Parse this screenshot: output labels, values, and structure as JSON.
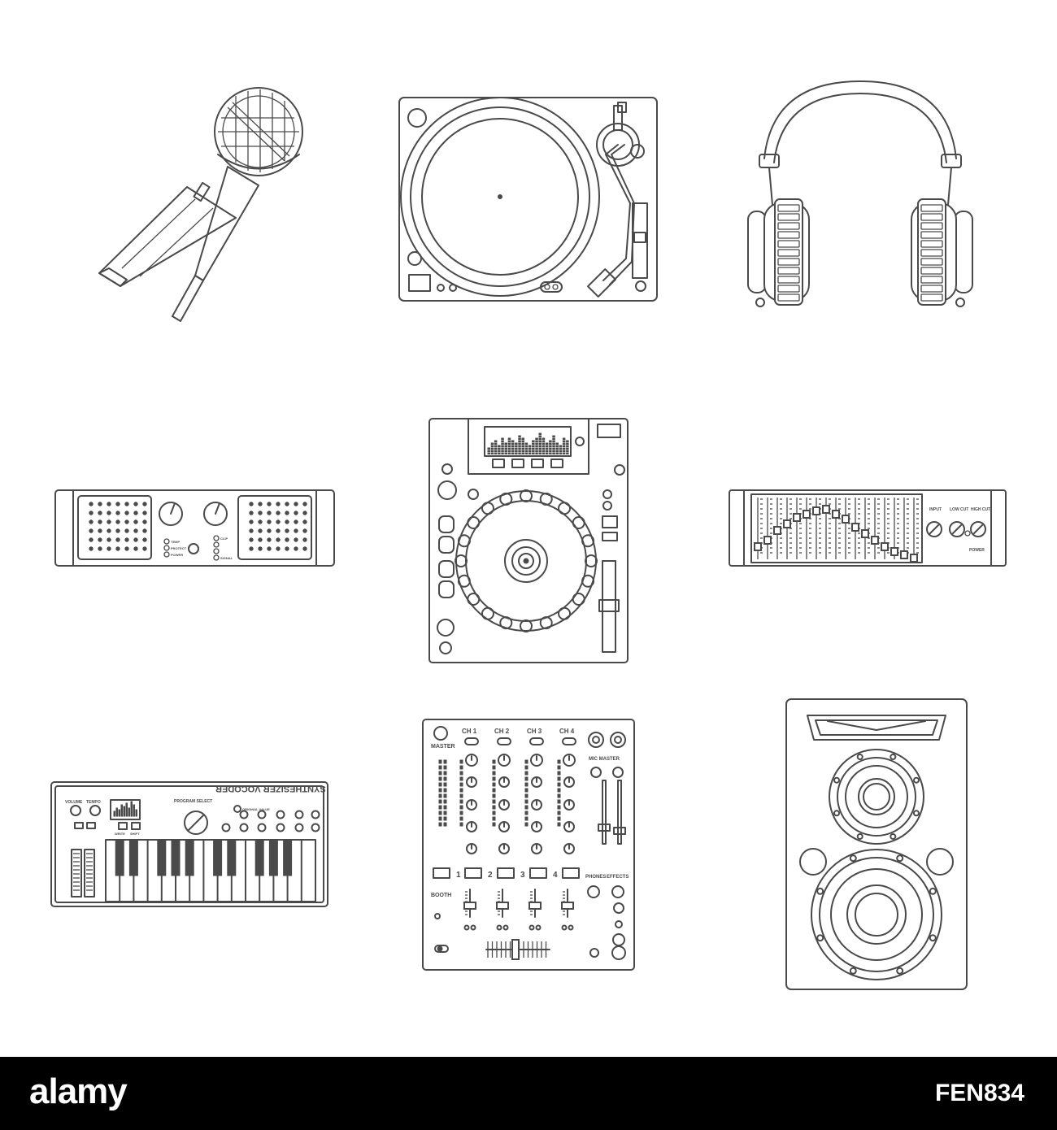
{
  "mixer": {
    "master": "MASTER",
    "ch1": "CH 1",
    "ch2": "CH 2",
    "ch3": "CH 3",
    "ch4": "CH 4",
    "mic_master": "MIC MASTER",
    "n1": "1",
    "n2": "2",
    "n3": "3",
    "n4": "4",
    "phones": "PHONES",
    "effects": "EFFECTS",
    "booth": "BOOTH"
  },
  "synth": {
    "brand": "SYNTHESIZER VOCODER",
    "volume": "VOLUME",
    "tempo": "TEMPO",
    "program_select": "PROGRAM SELECT",
    "write": "WRITE",
    "shift": "SHIFT",
    "original_value": "ORIGINAL VALUE"
  },
  "amplifier": {
    "temp": "TEMP",
    "protect": "PROTECT",
    "power": "POWER",
    "clip": "CLIP",
    "signal": "SIGNAL"
  },
  "equalizer": {
    "input": "INPUT",
    "low_cut": "LOW CUT",
    "high_cut": "HIGH CUT",
    "power": "POWER"
  },
  "footer": {
    "brand": "alamy",
    "image_id": "FEN834"
  }
}
